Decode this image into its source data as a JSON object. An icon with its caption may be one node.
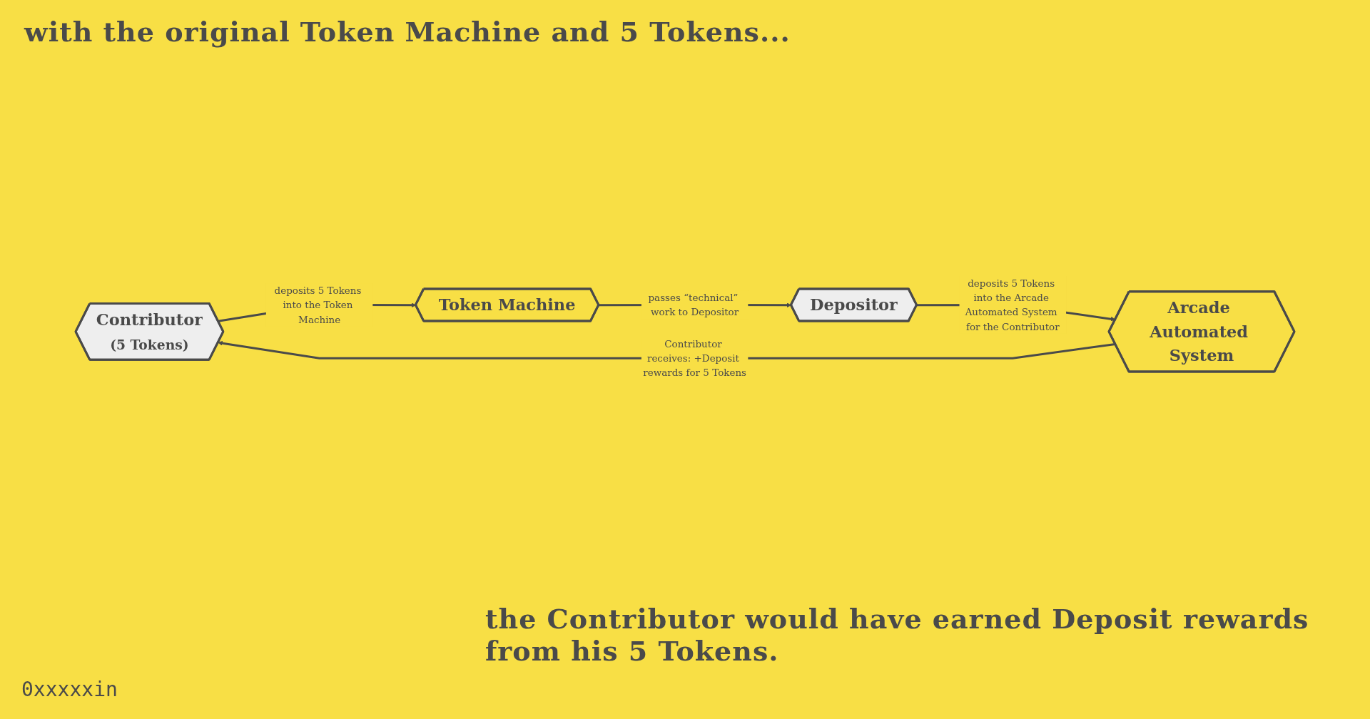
{
  "diagram": {
    "title": "with the original Token Machine and 5 Tokens...",
    "nodes": [
      {
        "text": [
          "Contributor",
          "(5 Tokens)"
        ]
      },
      {
        "text": [
          "Token Machine"
        ]
      },
      {
        "text": [
          "Depositor"
        ]
      },
      {
        "text": [
          "Arcade Automated System"
        ]
      }
    ],
    "edges": [
      {
        "from": 0,
        "to": 1,
        "arrow": "to",
        "label": "deposits 5 Tokens into the Token Machine"
      },
      {
        "from": 1,
        "to": 2,
        "arrow": "to",
        "label": "passes “technical” work to Depositor"
      },
      {
        "from": 2,
        "to": 3,
        "arrow": "to",
        "label": "deposits 5 Tokens into the Arcade Automated System for the Contributor"
      },
      {
        "from": 3,
        "to": 0,
        "arrow": "to",
        "label": "Contributor receives: +Deposit rewards for 5 Tokens"
      }
    ],
    "caption": "the Contributor would have earned Deposit rewards from his 5 Tokens.",
    "labels": [
      "0xxxxxin"
    ]
  }
}
